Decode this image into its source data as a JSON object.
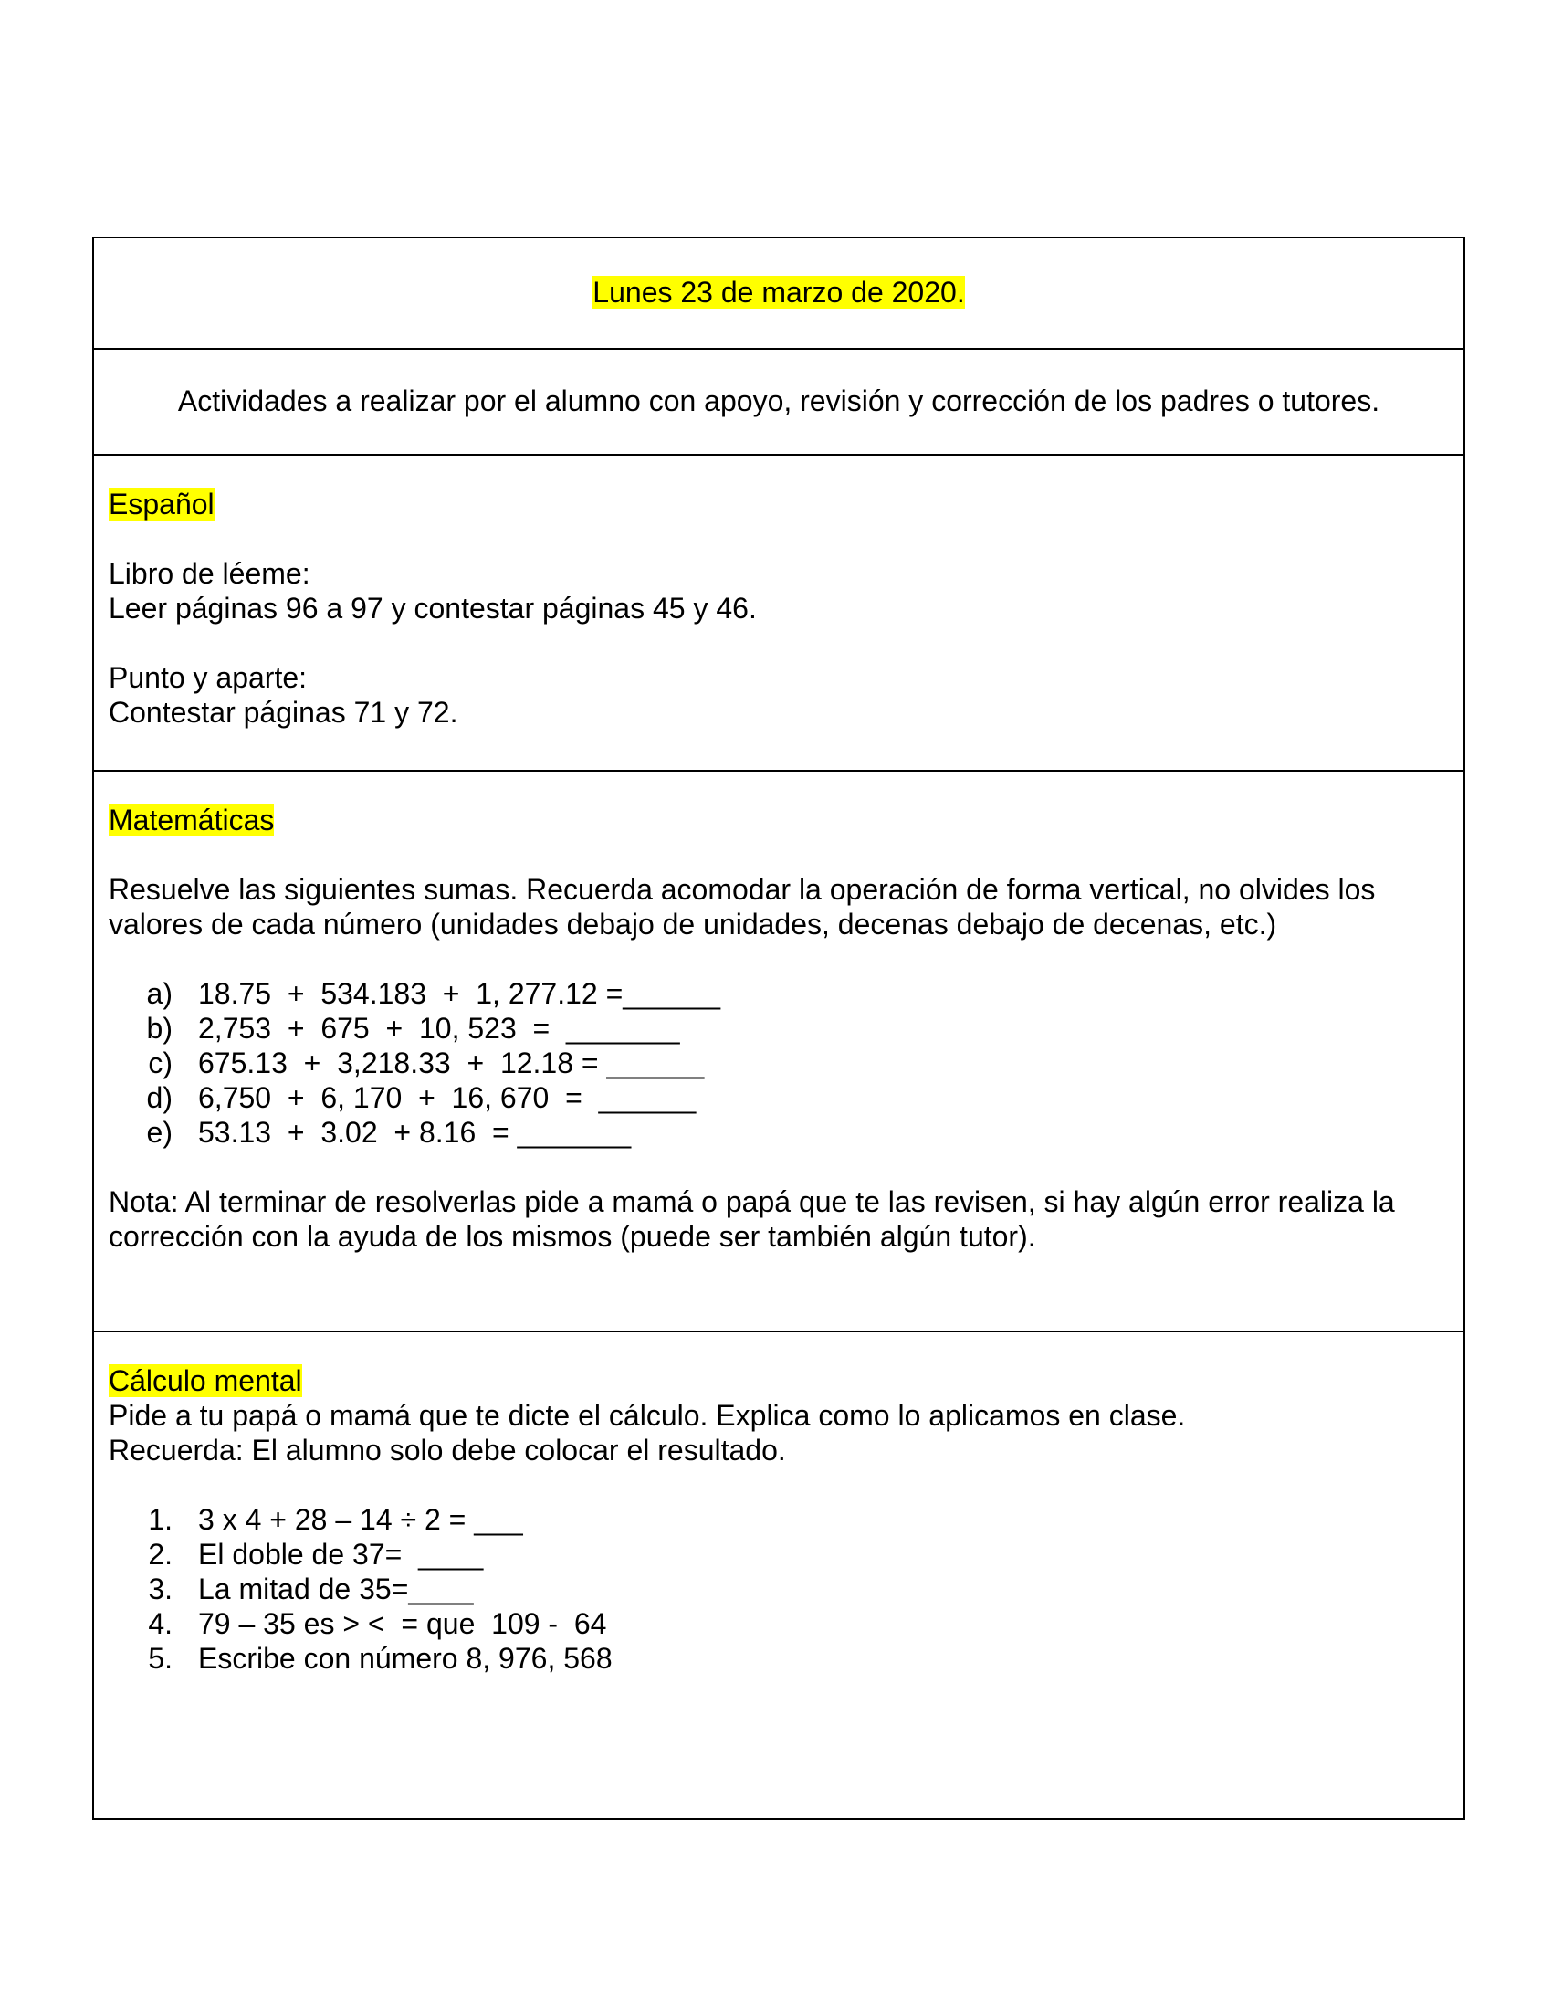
{
  "header": {
    "date": "Lunes 23 de marzo de 2020."
  },
  "intro": {
    "text": "Actividades a realizar por el alumno con apoyo, revisión y corrección de los padres o tutores."
  },
  "espanol": {
    "title": "Español",
    "book1_label": "Libro de léeme:",
    "book1_task": "Leer páginas 96 a 97 y contestar páginas 45 y 46.",
    "book2_label": "Punto y aparte:",
    "book2_task": "Contestar páginas 71 y 72."
  },
  "matematicas": {
    "title": "Matemáticas",
    "instructions_line1": "Resuelve las siguientes sumas. Recuerda acomodar la operación de forma vertical, no olvides los",
    "instructions_line2": "valores de cada número (unidades debajo de unidades, decenas debajo de decenas, etc.)",
    "problems": [
      {
        "marker": "a)",
        "text": "18.75  +  534.183  +  1, 277.12 =______"
      },
      {
        "marker": "b)",
        "text": "2,753  +  675  +  10, 523  =  _______"
      },
      {
        "marker": "c)",
        "text": "675.13  +  3,218.33  +  12.18 = ______"
      },
      {
        "marker": "d)",
        "text": "6,750  +  6, 170  +  16, 670  =  ______"
      },
      {
        "marker": "e)",
        "text": "53.13  +  3.02  + 8.16  = _______"
      }
    ],
    "note_line1": "Nota: Al terminar de resolverlas pide a mamá o papá que te las revisen, si hay algún error realiza la",
    "note_line2": "corrección con la ayuda de los mismos (puede ser también algún tutor)."
  },
  "calculo": {
    "title": "Cálculo mental",
    "line1": "Pide a tu papá o mamá que te dicte el cálculo. Explica como lo aplicamos en clase.",
    "line2": "Recuerda: El alumno solo debe colocar el resultado.",
    "items": [
      {
        "marker": "1.",
        "text": "3 x 4 + 28 – 14 ÷ 2 = ___"
      },
      {
        "marker": "2.",
        "text": "El doble de 37=  ____"
      },
      {
        "marker": "3.",
        "text": "La mitad de 35=____"
      },
      {
        "marker": "4.",
        "text": "79 – 35 es > <  = que  109 -  64"
      },
      {
        "marker": "5.",
        "text": "Escribe con número 8, 976, 568"
      }
    ]
  }
}
